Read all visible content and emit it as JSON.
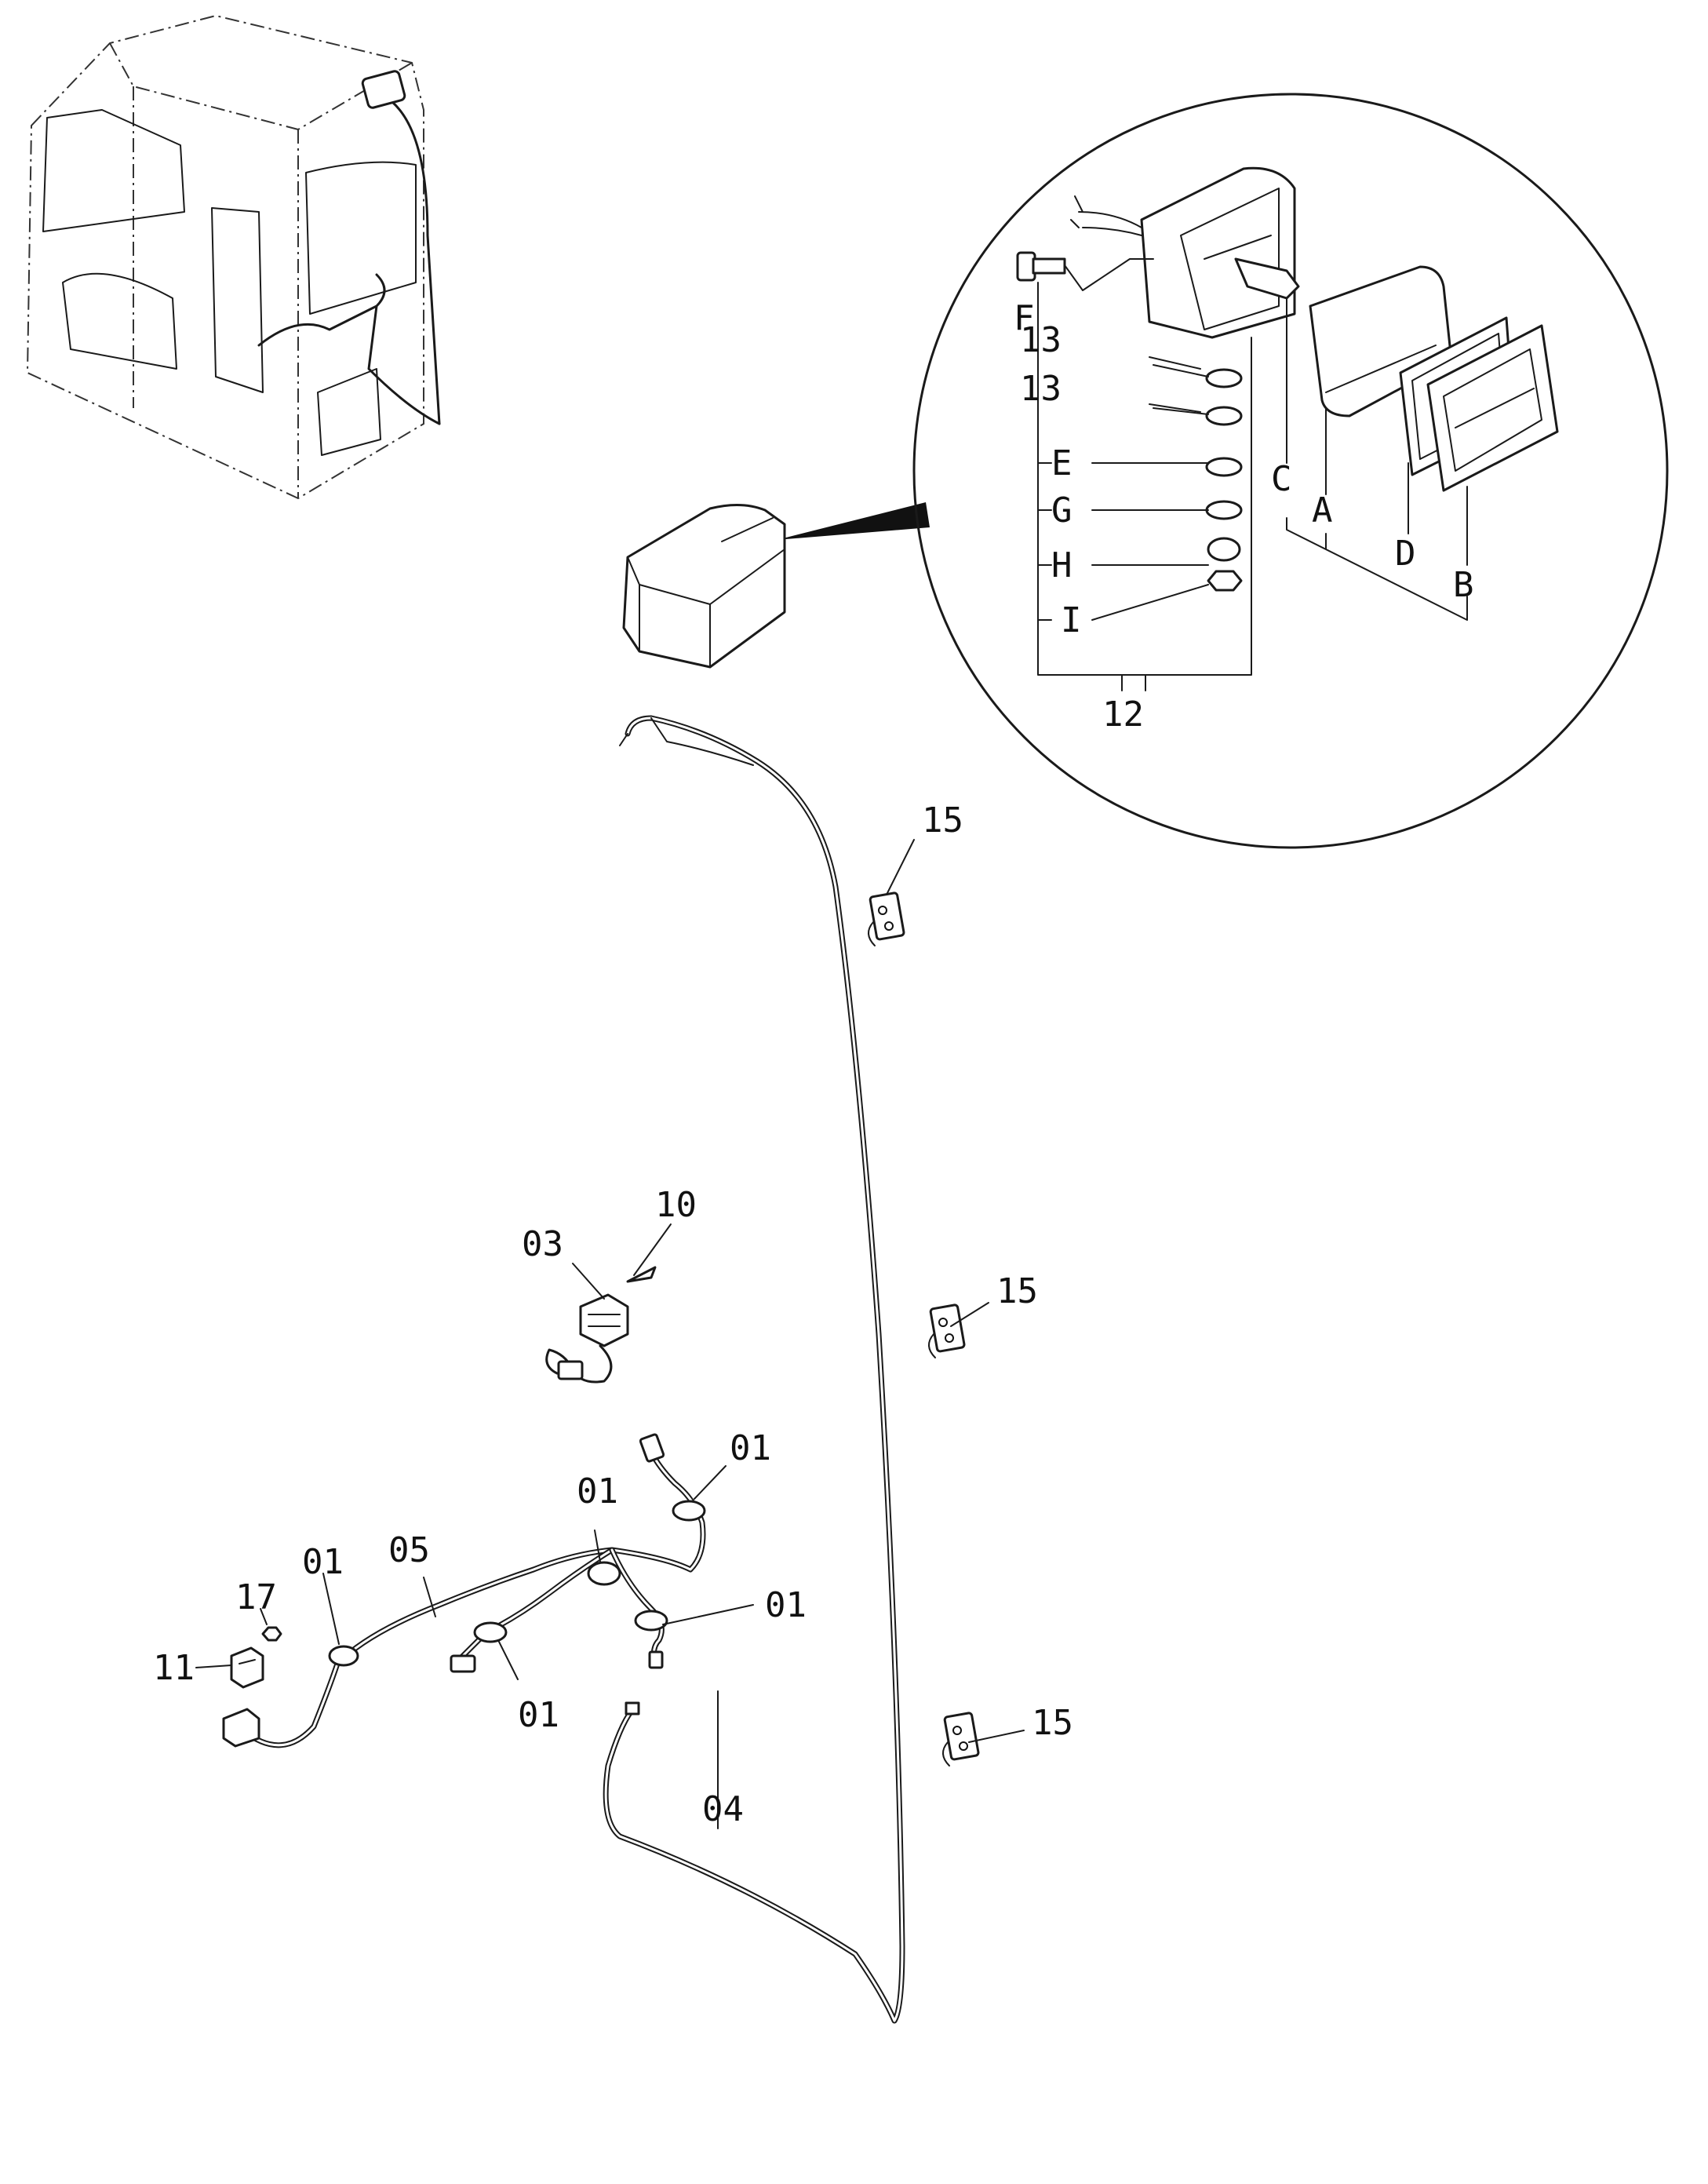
{
  "callouts": {
    "c_01a": "01",
    "c_01b": "01",
    "c_01c": "01",
    "c_01d": "01",
    "c_01e": "01",
    "c_03": "03",
    "c_04": "04",
    "c_05": "05",
    "c_10": "10",
    "c_11": "11",
    "c_12": "12",
    "c_13a": "13",
    "c_13b": "13",
    "c_15a": "15",
    "c_15b": "15",
    "c_15c": "15",
    "c_17": "17",
    "c_A": "A",
    "c_B": "B",
    "c_C": "C",
    "c_D": "D",
    "c_E": "E",
    "c_F": "F",
    "c_G": "G",
    "c_H": "H",
    "c_I": "I"
  }
}
